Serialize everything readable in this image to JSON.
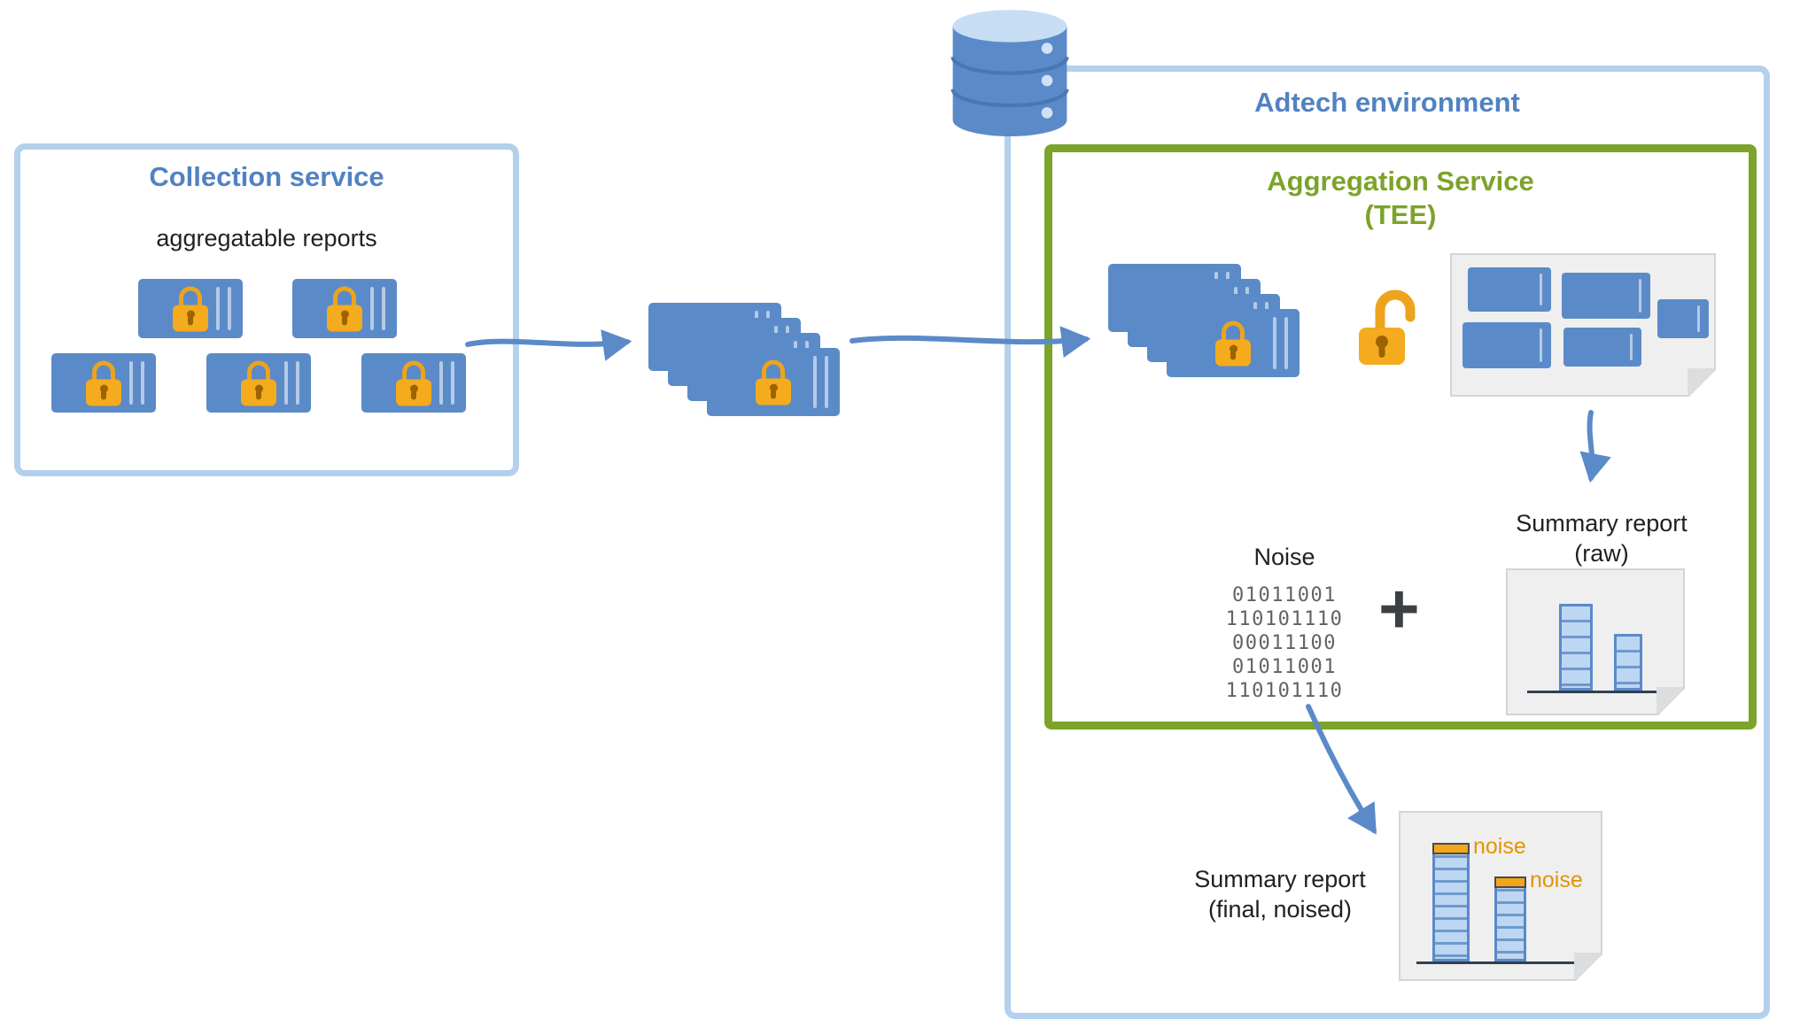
{
  "collection": {
    "title": "Collection service",
    "subtitle": "aggregatable reports"
  },
  "adtech": {
    "title": "Adtech environment"
  },
  "aggregation": {
    "title": "Aggregation Service",
    "subtitle": "(TEE)"
  },
  "noise": {
    "label": "Noise",
    "plus": "+",
    "lines": [
      "01011001",
      "110101110",
      "00011100",
      "01011001",
      "110101110"
    ]
  },
  "summary_raw": {
    "line1": "Summary report",
    "line2": "(raw)"
  },
  "summary_final": {
    "line1": "Summary report",
    "line2": "(final, noised)",
    "noise_tag": "noise"
  },
  "colors": {
    "box_border_blue": "#b3d0ec",
    "title_blue": "#5182c2",
    "tee_green": "#7ca32a",
    "report_blue": "#5b8ac8",
    "lock_orange": "#f4ab1d",
    "noise_orange": "#e59400",
    "arrow_blue": "#5b8ac8"
  }
}
